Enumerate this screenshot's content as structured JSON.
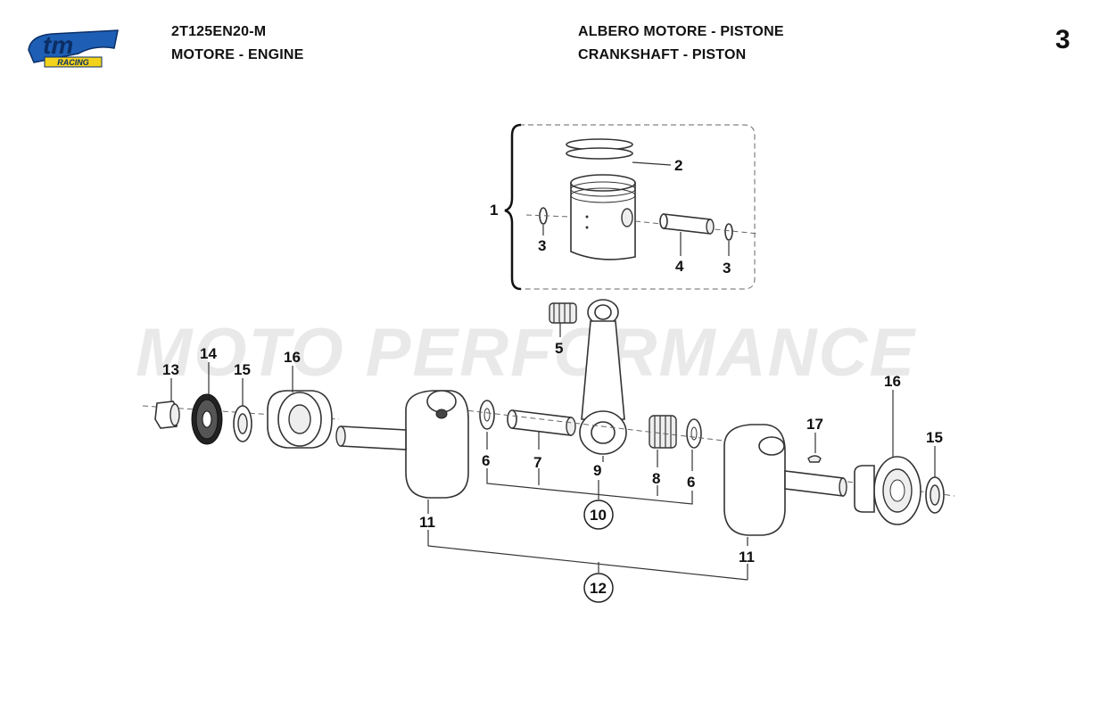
{
  "header": {
    "model_code": "2T125EN20-M",
    "group": "MOTORE - ENGINE",
    "title_it": "ALBERO MOTORE - PISTONE",
    "title_en": "CRANKSHAFT - PISTON",
    "page_number": "3"
  },
  "logo": {
    "brand": "tm",
    "sub": "RACING"
  },
  "watermark": "MOTO PERFORMANCE",
  "callouts": {
    "c1": "1",
    "c2": "2",
    "c3a": "3",
    "c3b": "3",
    "c4": "4",
    "c5": "5",
    "c6a": "6",
    "c6b": "6",
    "c7": "7",
    "c8": "8",
    "c9": "9",
    "c10": "10",
    "c11a": "11",
    "c11b": "11",
    "c12": "12",
    "c13": "13",
    "c14": "14",
    "c15a": "15",
    "c15b": "15",
    "c16a": "16",
    "c16b": "16",
    "c17": "17"
  }
}
